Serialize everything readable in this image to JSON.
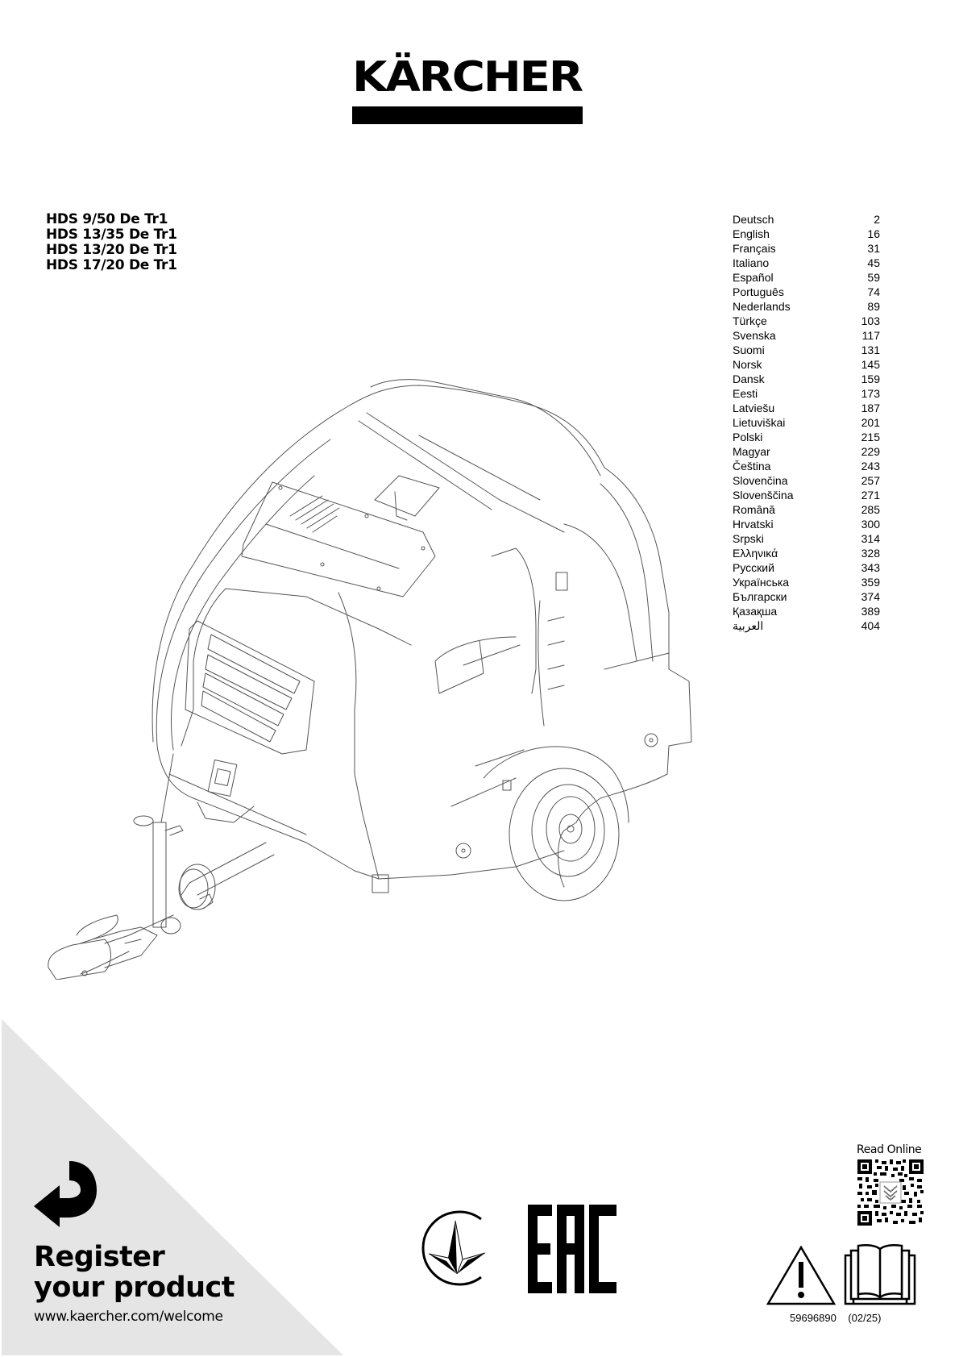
{
  "brand": {
    "logo_text": "KÄRCHER"
  },
  "models": [
    "HDS 9/50 De Tr1",
    "HDS 13/35 De Tr1",
    "HDS 13/20 De Tr1",
    "HDS 17/20 De Tr1"
  ],
  "toc": [
    {
      "language": "Deutsch",
      "page": "2"
    },
    {
      "language": "English",
      "page": "16"
    },
    {
      "language": "Français",
      "page": "31"
    },
    {
      "language": "Italiano",
      "page": "45"
    },
    {
      "language": "Español",
      "page": "59"
    },
    {
      "language": "Português",
      "page": "74"
    },
    {
      "language": "Nederlands",
      "page": "89"
    },
    {
      "language": "Türkçe",
      "page": "103"
    },
    {
      "language": "Svenska",
      "page": "117"
    },
    {
      "language": "Suomi",
      "page": "131"
    },
    {
      "language": "Norsk",
      "page": "145"
    },
    {
      "language": "Dansk",
      "page": "159"
    },
    {
      "language": "Eesti",
      "page": "173"
    },
    {
      "language": "Latviešu",
      "page": "187"
    },
    {
      "language": "Lietuviškai",
      "page": "201"
    },
    {
      "language": "Polski",
      "page": "215"
    },
    {
      "language": "Magyar",
      "page": "229"
    },
    {
      "language": "Čeština",
      "page": "243"
    },
    {
      "language": "Slovenčina",
      "page": "257"
    },
    {
      "language": "Slovenščina",
      "page": "271"
    },
    {
      "language": "Română",
      "page": "285"
    },
    {
      "language": "Hrvatski",
      "page": "300"
    },
    {
      "language": "Srpski",
      "page": "314"
    },
    {
      "language": "Ελληνικά",
      "page": "328"
    },
    {
      "language": "Русский",
      "page": "343"
    },
    {
      "language": "Українська",
      "page": "359"
    },
    {
      "language": "Български",
      "page": "374"
    },
    {
      "language": "Қазақша",
      "page": "389"
    },
    {
      "language": "العربية",
      "page": "404"
    }
  ],
  "illustration": {
    "subject": "trailer-mounted-hot-water-pressure-washer",
    "line_color": "#555555"
  },
  "register": {
    "title_line1": "Register",
    "title_line2": "your product",
    "url": "www.kaercher.com/welcome",
    "background_color": "#e5e5e5",
    "icon": "return-arrow-icon"
  },
  "certifications": [
    {
      "name": "ua-conformity-mark",
      "icon": "ua-trident-check-icon"
    },
    {
      "name": "eac-mark",
      "label": "EAC"
    }
  ],
  "read_online": {
    "label": "Read Online",
    "icon": "qr-code-icon"
  },
  "footer": {
    "icons": [
      "warning-triangle-icon",
      "read-manual-icon"
    ],
    "doc_number": "59696890",
    "doc_date": "(02/25)"
  }
}
